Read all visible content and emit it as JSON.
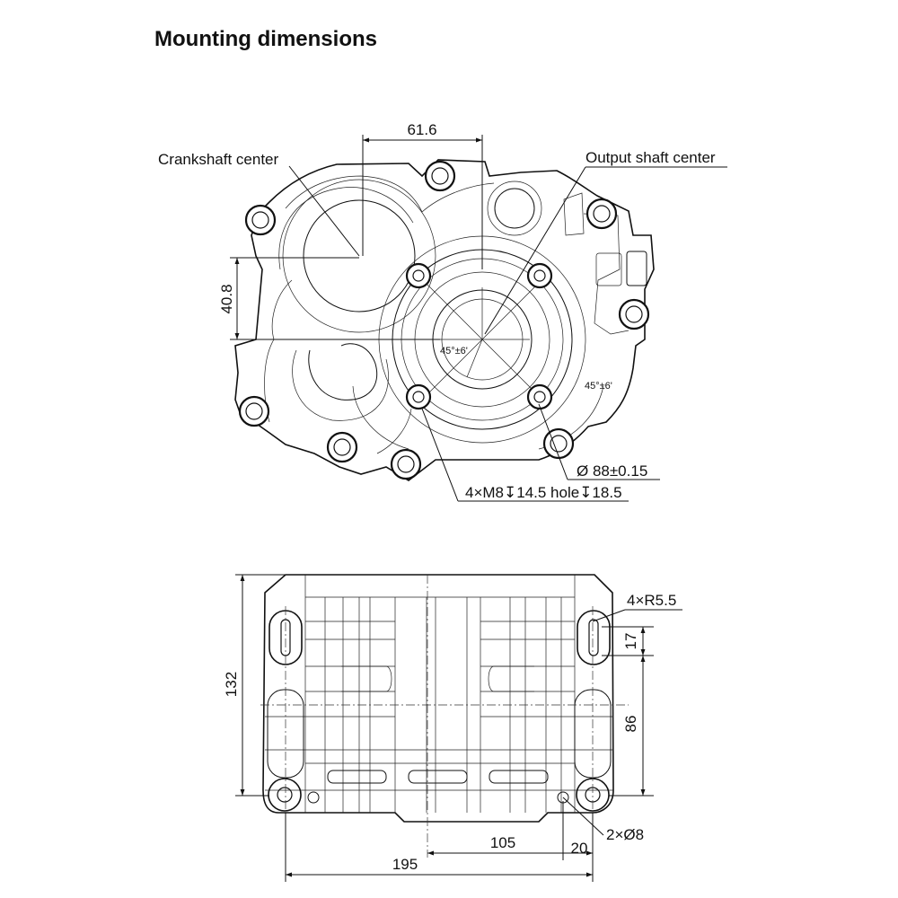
{
  "title": "Mounting dimensions",
  "front_view": {
    "crankshaft_label": "Crankshaft center",
    "output_label": "Output shaft center",
    "dim_horizontal": "61.6",
    "dim_vertical": "40.8",
    "angle_inner": "45°±6'",
    "angle_outer": "45°±6'",
    "bore_dia": "Ø 88±0.15",
    "thread_callout": "4×M8↧14.5 hole↧18.5"
  },
  "bottom_view": {
    "slot_radius": "4×R5.5",
    "dim_17": "17",
    "dim_86": "86",
    "dim_132": "132",
    "dim_105": "105",
    "dim_20": "20",
    "dim_195": "195",
    "pin_holes": "2×Ø8"
  }
}
